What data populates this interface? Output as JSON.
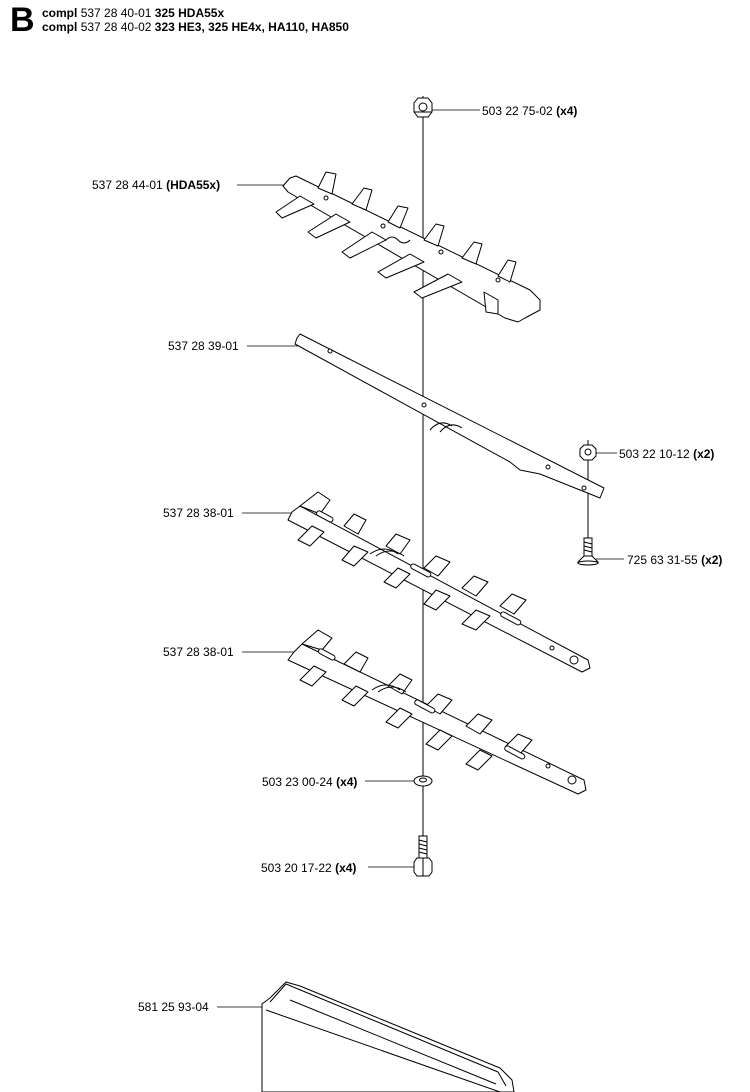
{
  "header": {
    "section_letter": "B",
    "lines": [
      {
        "prefix": "compl",
        "number": "537 28 40-01",
        "models": "325 HDA55x"
      },
      {
        "prefix": "compl",
        "number": "537 28 40-02",
        "models": "323 HE3, 325 HE4x, HA110, HA850"
      }
    ]
  },
  "parts": [
    {
      "id": "nut-top",
      "number": "503 22 75-02",
      "note": "(x4)"
    },
    {
      "id": "top-blade",
      "number": "537 28 44-01",
      "note": "(HDA55x)"
    },
    {
      "id": "guide-bar",
      "number": "537 28 39-01",
      "note": ""
    },
    {
      "id": "side-nut",
      "number": "503 22 10-12",
      "note": "(x2)"
    },
    {
      "id": "countersunk-screw",
      "number": "725 63 31-55",
      "note": "(x2)"
    },
    {
      "id": "upper-blade",
      "number": "537 28 38-01",
      "note": ""
    },
    {
      "id": "lower-blade",
      "number": "537 28 38-01",
      "note": ""
    },
    {
      "id": "washer",
      "number": "503 23 00-24",
      "note": "(x4)"
    },
    {
      "id": "bolt",
      "number": "503 20 17-22",
      "note": "(x4)"
    },
    {
      "id": "blade-guard",
      "number": "581 25 93-04",
      "note": ""
    }
  ]
}
